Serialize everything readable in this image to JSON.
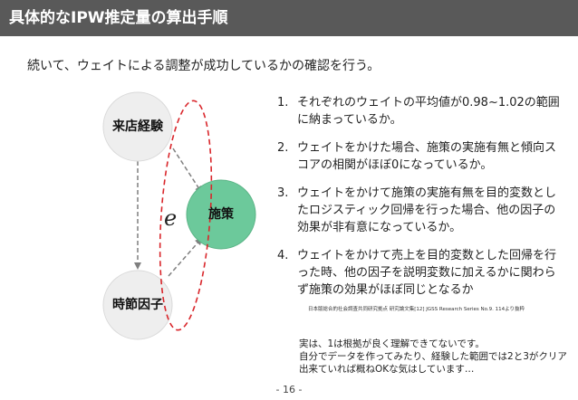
{
  "title": "具体的なIPW推定量の算出手順",
  "intro": "続いて、ウェイトによる調整が成功しているかの確認を行う。",
  "diagram": {
    "nodes": {
      "store_experience": "来店経験",
      "treatment": "施策",
      "seasonal_factor": "時節因子"
    },
    "e_symbol": "e",
    "colors": {
      "confounder_fill": "#eeeeee",
      "treatment_fill": "#6cc99b",
      "ellipse_stroke": "#d9262b",
      "arrow_stroke": "#7f7f7f"
    }
  },
  "points": [
    {
      "num": "1.",
      "text": "それぞれのウェイトの平均値が0.98~1.02の範囲に納まっているか。"
    },
    {
      "num": "2.",
      "text": "ウェイトをかけた場合、施策の実施有無と傾向スコアの相関がほぼ0になっているか。"
    },
    {
      "num": "3.",
      "text": "ウェイトをかけて施策の実施有無を目的変数としたロジスティック回帰を行った場合、他の因子の効果が非有意になっているか。"
    },
    {
      "num": "4.",
      "text": "ウェイトをかけて売上を目的変数とした回帰を行った時、他の因子を説明変数に加えるかに関わらず施策の効果がほぼ同じとなるか"
    }
  ],
  "citation": "日本版総合的社会調査共同研究拠点 研究論文集[12] JGSS Research Series No.9. 114より抜粋",
  "note": [
    "実は、1は根拠が良く理解できてないです。",
    "自分でデータを作ってみたり、経験した範囲では2と3がクリア",
    "出来ていれば概ねOKな気はしています…"
  ],
  "page_number": "- 16 -"
}
